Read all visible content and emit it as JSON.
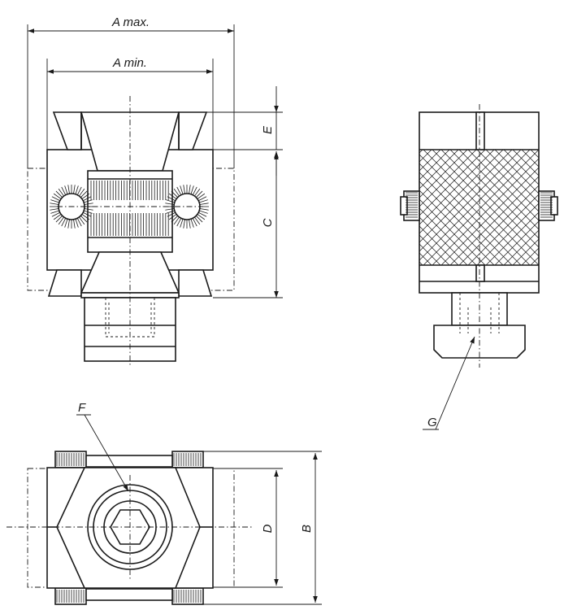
{
  "labels": {
    "a_max": "A max.",
    "a_min": "A min.",
    "b": "B",
    "c": "C",
    "d": "D",
    "e": "E",
    "f": "F",
    "g": "G"
  }
}
